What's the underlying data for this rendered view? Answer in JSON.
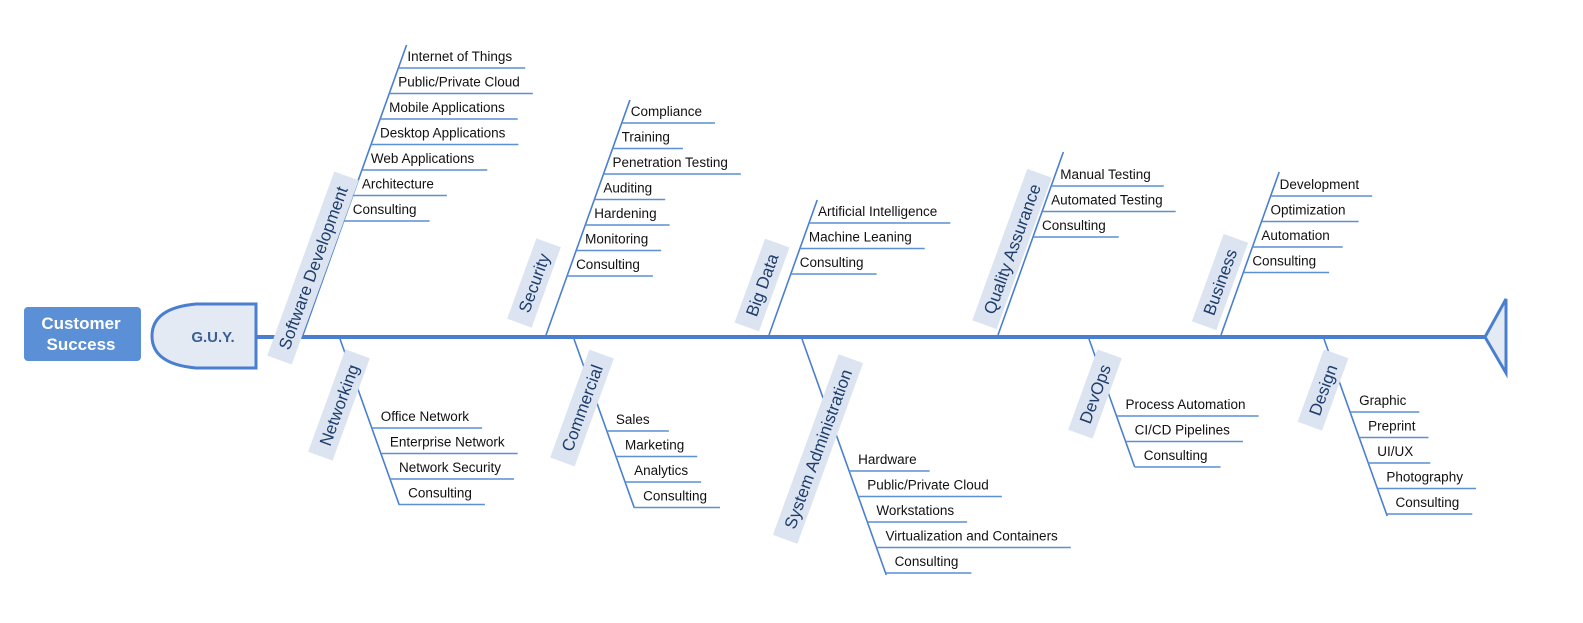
{
  "problem": {
    "line1": "Customer",
    "line2": "Success"
  },
  "head_label": "G.U.Y.",
  "colors": {
    "line": "#4a7fcf",
    "underline": "#5b8fd6",
    "label_bg": "#dbe4f0",
    "label_text": "#1f3d6a",
    "problem_bg": "#5b8fd6",
    "head_fill": "#e4eaf4"
  },
  "categories_top": [
    {
      "name": "Software Development",
      "causes": [
        "Internet of Things",
        "Public/Private Cloud",
        "Mobile Applications",
        "Desktop Applications",
        "Web Applications",
        "Architecture",
        "Consulting"
      ]
    },
    {
      "name": "Security",
      "causes": [
        "Compliance",
        "Training",
        "Penetration Testing",
        "Auditing",
        "Hardening",
        "Monitoring",
        "Consulting"
      ]
    },
    {
      "name": "Big Data",
      "causes": [
        "Artificial Intelligence",
        "Machine Leaning",
        "Consulting"
      ]
    },
    {
      "name": "Quality Assurance",
      "causes": [
        "Manual Testing",
        "Automated Testing",
        "Consulting"
      ]
    },
    {
      "name": "Business",
      "causes": [
        "Development",
        "Optimization",
        "Automation",
        "Consulting"
      ]
    }
  ],
  "categories_bottom": [
    {
      "name": "Networking",
      "causes": [
        "Office Network",
        "Enterprise Network",
        "Network Security",
        "Consulting"
      ]
    },
    {
      "name": "Commercial",
      "causes": [
        "Sales",
        "Marketing",
        "Analytics",
        "Consulting"
      ]
    },
    {
      "name": "System Administration",
      "causes": [
        "Hardware",
        "Public/Private Cloud",
        "Workstations",
        "Virtualization and Containers",
        "Consulting"
      ]
    },
    {
      "name": "DevOps",
      "causes": [
        "Process Automation",
        "CI/CD Pipelines",
        "Consulting"
      ]
    },
    {
      "name": "Design",
      "causes": [
        "Graphic",
        "Preprint",
        "UI/UX",
        "Photography",
        "Consulting"
      ]
    }
  ]
}
